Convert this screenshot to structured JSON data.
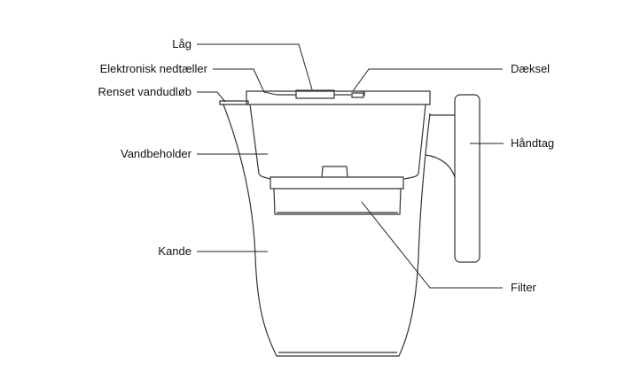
{
  "title": "Vandkande diagram",
  "labels": {
    "lid": "Låg",
    "timer": "Elektronisk nedtæller",
    "spout": "Renset vandudløb",
    "reservoir": "Vandbeholder",
    "jug": "Kande",
    "cover": "Dæksel",
    "handle": "Håndtag",
    "filter": "Filter"
  },
  "colors": {
    "line": "#333333",
    "text": "#111111"
  }
}
